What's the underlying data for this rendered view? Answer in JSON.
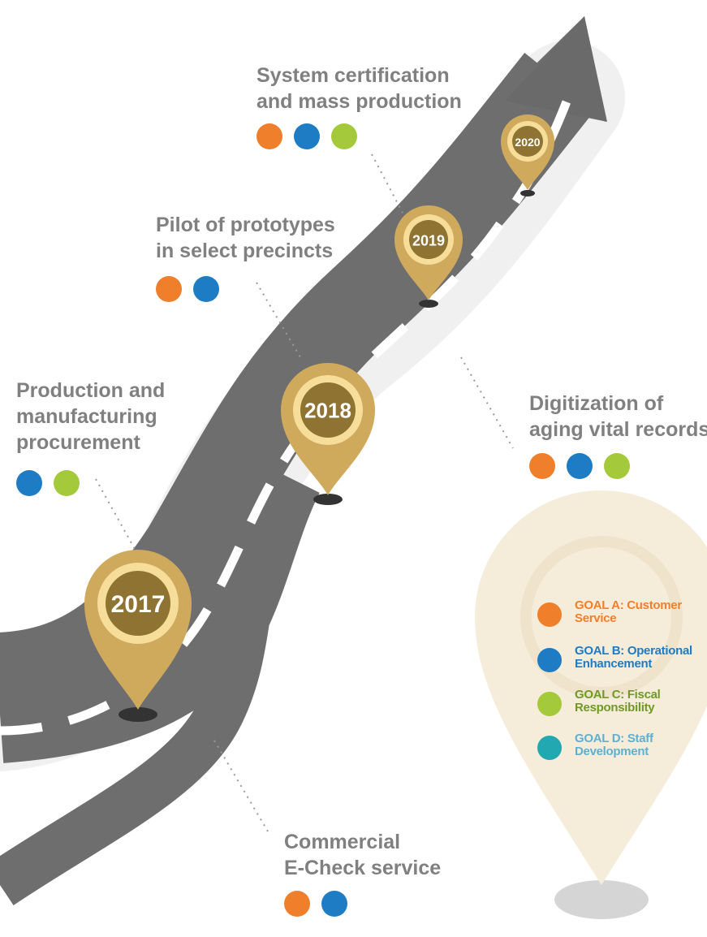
{
  "milestones": [
    {
      "year": "2017",
      "label_lines": [
        "Production and",
        "manufacturing",
        "procurement"
      ],
      "goals": [
        "B",
        "C"
      ]
    },
    {
      "year": "2018",
      "label_lines": [
        "Pilot of prototypes",
        "in select precincts"
      ],
      "goals": [
        "A",
        "B"
      ]
    },
    {
      "year": "2019",
      "label_lines": [
        "System certification",
        "and mass production"
      ],
      "goals": [
        "A",
        "B",
        "C"
      ]
    },
    {
      "year": "2020",
      "label_lines": [],
      "goals": []
    }
  ],
  "side_items": [
    {
      "label_lines": [
        "Digitization of",
        "aging vital records"
      ],
      "goals": [
        "A",
        "B",
        "C"
      ]
    },
    {
      "label_lines": [
        "Commercial",
        "E-Check service"
      ],
      "goals": [
        "A",
        "B"
      ]
    }
  ],
  "legend": {
    "items": [
      {
        "id": "A",
        "line1": "GOAL A: Customer",
        "line2": "Service",
        "color": "#f07f2c"
      },
      {
        "id": "B",
        "line1": "GOAL B: Operational",
        "line2": "Enhancement",
        "color": "#1e7cc4"
      },
      {
        "id": "C",
        "line1": "GOAL C: Fiscal",
        "line2": "Responsibility",
        "color": "#a4c93a"
      },
      {
        "id": "D",
        "line1": "GOAL D: Staff",
        "line2": "Development",
        "color": "#22a8b0"
      }
    ]
  },
  "colors": {
    "goal_a": "#f07f2c",
    "goal_b": "#1e7cc4",
    "goal_c": "#a4c93a",
    "goal_d": "#22a8b0",
    "text_c_label": "#6f9a25",
    "text_d_label": "#5fb0cf",
    "road": "#6e6e6e",
    "pin_gold": "#cfa95c",
    "pin_ring": "#f6dd9a",
    "pin_center": "#8f7332"
  }
}
